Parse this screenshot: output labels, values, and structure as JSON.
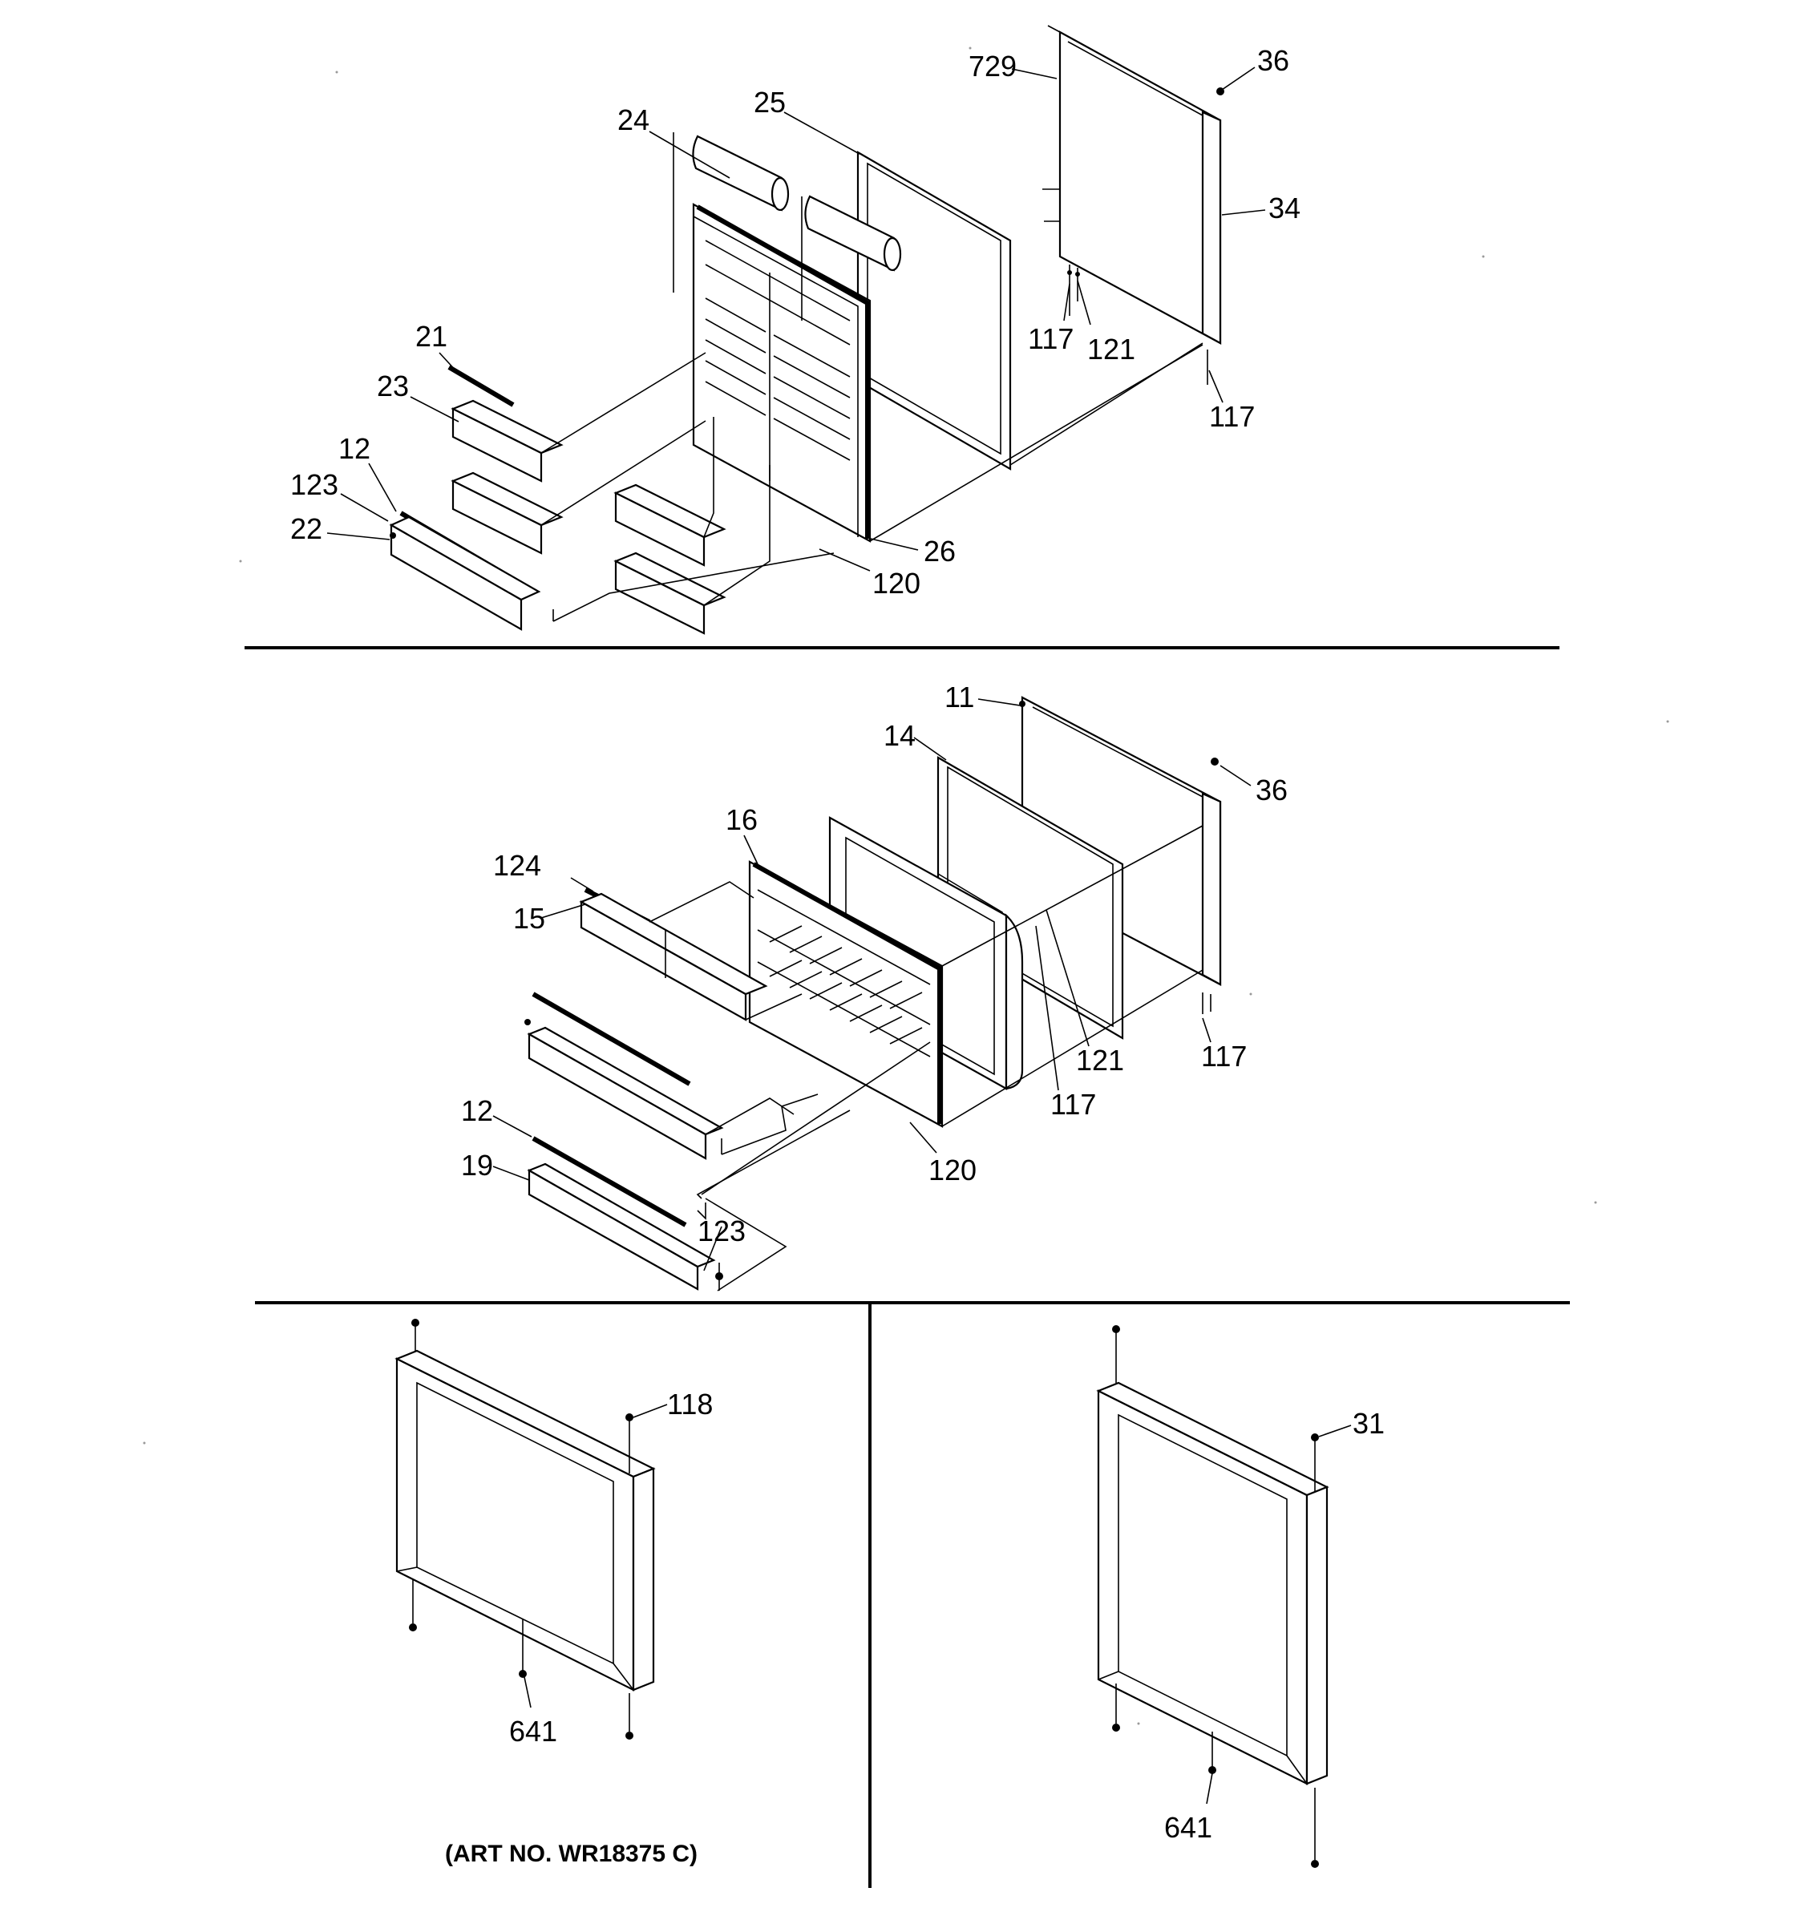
{
  "art_number": "(ART NO. WR18375 C)",
  "sections": {
    "fresh_food_door": {
      "callouts": [
        "729",
        "36",
        "24",
        "25",
        "34",
        "117",
        "121",
        "117",
        "21",
        "23",
        "12",
        "123",
        "22",
        "26",
        "120"
      ]
    },
    "freezer_door": {
      "callouts": [
        "11",
        "14",
        "36",
        "16",
        "124",
        "15",
        "121",
        "117",
        "117",
        "12",
        "19",
        "120",
        "123"
      ]
    },
    "door_frame_left": {
      "callouts": [
        "118",
        "641"
      ]
    },
    "door_frame_right": {
      "callouts": [
        "31",
        "641"
      ]
    }
  }
}
